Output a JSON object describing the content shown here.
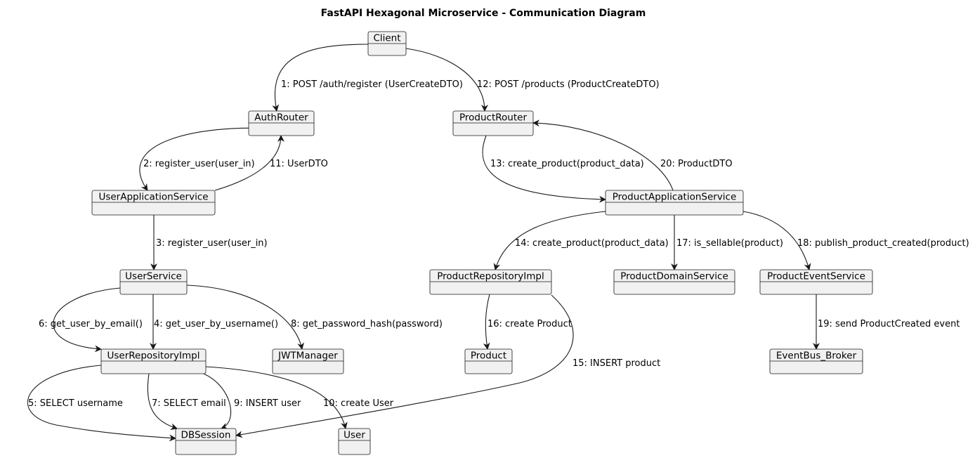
{
  "diagram": {
    "title": "FastAPI Hexagonal Microservice - Communication Diagram",
    "nodes": [
      {
        "id": "client",
        "label": "Client"
      },
      {
        "id": "auth_router",
        "label": "AuthRouter"
      },
      {
        "id": "product_router",
        "label": "ProductRouter"
      },
      {
        "id": "user_app_service",
        "label": "UserApplicationService"
      },
      {
        "id": "product_app_service",
        "label": "ProductApplicationService"
      },
      {
        "id": "user_service",
        "label": "UserService"
      },
      {
        "id": "product_repo_impl",
        "label": "ProductRepositoryImpl"
      },
      {
        "id": "product_domain_service",
        "label": "ProductDomainService"
      },
      {
        "id": "product_event_service",
        "label": "ProductEventService"
      },
      {
        "id": "user_repo_impl",
        "label": "UserRepositoryImpl"
      },
      {
        "id": "jwt_manager",
        "label": "JWTManager"
      },
      {
        "id": "product",
        "label": "Product"
      },
      {
        "id": "event_bus_broker",
        "label": "EventBus_Broker"
      },
      {
        "id": "db_session",
        "label": "DBSession"
      },
      {
        "id": "user",
        "label": "User"
      }
    ],
    "messages": [
      {
        "id": "m1",
        "from": "client",
        "to": "auth_router",
        "label": "1: POST /auth/register (UserCreateDTO)"
      },
      {
        "id": "m2",
        "from": "auth_router",
        "to": "user_app_service",
        "label": "2: register_user(user_in)"
      },
      {
        "id": "m3",
        "from": "user_app_service",
        "to": "user_service",
        "label": "3: register_user(user_in)"
      },
      {
        "id": "m4",
        "from": "user_service",
        "to": "user_repo_impl",
        "label": "4: get_user_by_username()"
      },
      {
        "id": "m5",
        "from": "user_repo_impl",
        "to": "db_session",
        "label": "5: SELECT username"
      },
      {
        "id": "m6",
        "from": "user_service",
        "to": "user_repo_impl",
        "label": "6: get_user_by_email()"
      },
      {
        "id": "m7",
        "from": "user_repo_impl",
        "to": "db_session",
        "label": "7: SELECT email"
      },
      {
        "id": "m8",
        "from": "user_service",
        "to": "jwt_manager",
        "label": "8: get_password_hash(password)"
      },
      {
        "id": "m9",
        "from": "user_repo_impl",
        "to": "db_session",
        "label": "9: INSERT user"
      },
      {
        "id": "m10",
        "from": "user_repo_impl",
        "to": "user",
        "label": "10: create User"
      },
      {
        "id": "m11",
        "from": "user_app_service",
        "to": "auth_router",
        "label": "11: UserDTO"
      },
      {
        "id": "m12",
        "from": "client",
        "to": "product_router",
        "label": "12: POST /products (ProductCreateDTO)"
      },
      {
        "id": "m13",
        "from": "product_router",
        "to": "product_app_service",
        "label": "13: create_product(product_data)"
      },
      {
        "id": "m14",
        "from": "product_app_service",
        "to": "product_repo_impl",
        "label": "14: create_product(product_data)"
      },
      {
        "id": "m15",
        "from": "product_repo_impl",
        "to": "db_session",
        "label": "15: INSERT product"
      },
      {
        "id": "m16",
        "from": "product_repo_impl",
        "to": "product",
        "label": "16: create Product"
      },
      {
        "id": "m17",
        "from": "product_app_service",
        "to": "product_domain_service",
        "label": "17: is_sellable(product)"
      },
      {
        "id": "m18",
        "from": "product_app_service",
        "to": "product_event_service",
        "label": "18: publish_product_created(product)"
      },
      {
        "id": "m19",
        "from": "product_event_service",
        "to": "event_bus_broker",
        "label": "19: send ProductCreated event"
      },
      {
        "id": "m20",
        "from": "product_app_service",
        "to": "product_router",
        "label": "20: ProductDTO"
      }
    ]
  }
}
